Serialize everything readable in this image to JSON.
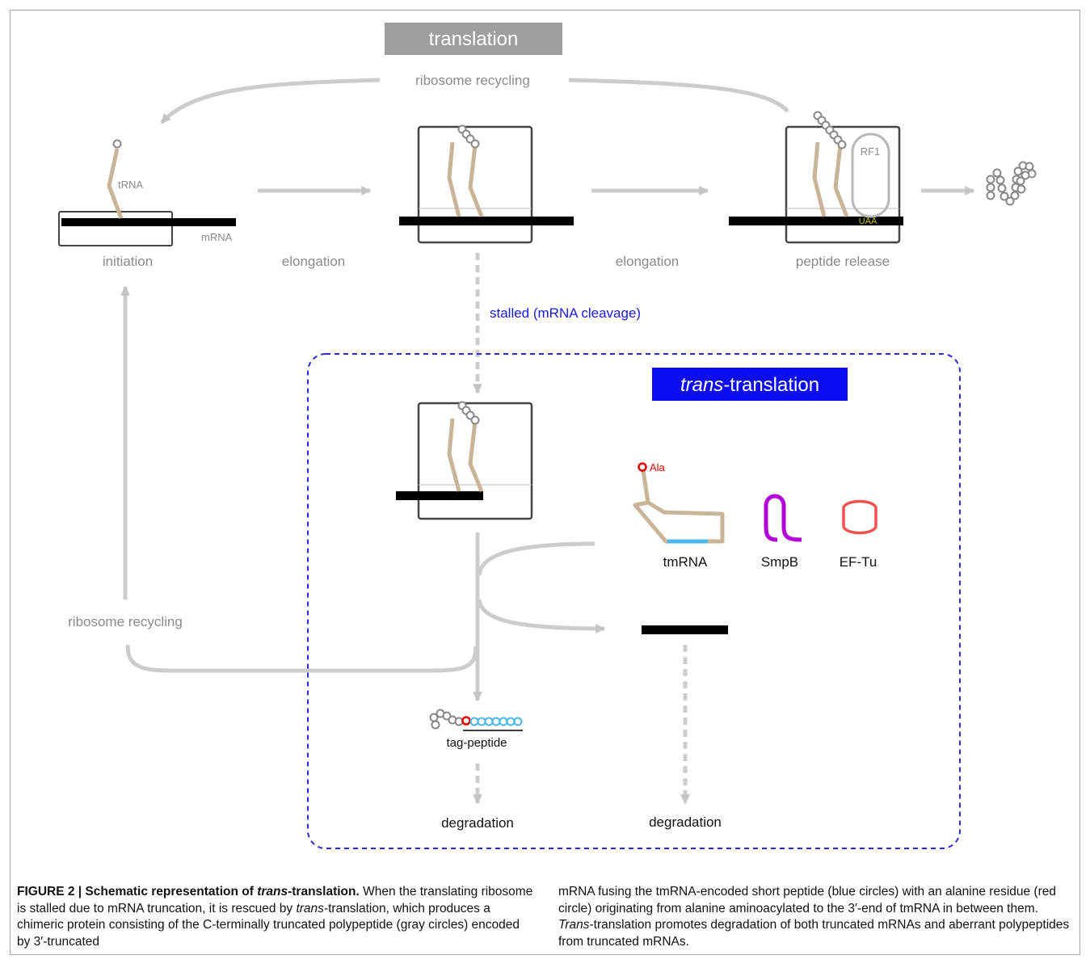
{
  "titles": {
    "translation": "translation",
    "trans_italic": "trans",
    "trans_rest": "-translation"
  },
  "labels": {
    "ribosome_recycling_top": "ribosome recycling",
    "ribosome_recycling_left": "ribosome recycling",
    "trna": "tRNA",
    "mrna": "mRNA",
    "initiation": "initiation",
    "elongation_1": "elongation",
    "elongation_2": "elongation",
    "peptide_release": "peptide release",
    "rf1": "RF1",
    "uaa": "UAA",
    "stalled": "stalled (mRNA cleavage)",
    "ala": "Ala",
    "tmrna": "tmRNA",
    "smpb": "SmpB",
    "eftu": "EF-Tu",
    "tag_peptide": "tag-peptide",
    "degradation_1": "degradation",
    "degradation_2": "degradation"
  },
  "caption": {
    "bold_1": "FIGURE 2 | Schematic representation of ",
    "bold_italic": "trans",
    "bold_2": "-translation.",
    "text_1": " When the translating ribosome is stalled due to mRNA truncation, it is rescued by ",
    "italic_1": "trans",
    "text_2": "-translation, which produces a chimeric protein consisting of the C-terminally truncated polypeptide (gray circles) encoded by 3′-truncated mRNA fusing the tmRNA-encoded short peptide (blue circles) with an alanine residue (red circle) originating from alanine aminoacylated to the 3′-end of tmRNA in between them. ",
    "italic_2": "Trans",
    "text_3": "-translation promotes degradation of both truncated mRNAs and aberrant polypeptides from truncated mRNAs."
  },
  "colors": {
    "gray_arrow": "#cccccc",
    "label_gray": "#8a8a8a",
    "trna_tan": "#c8b496",
    "blue_accent": "#1a1adc",
    "trans_box": "#0c0cf0",
    "ala_red": "#e00000",
    "tag_blue": "#4ab4ec",
    "smpb_purple": "#b400d8",
    "eftu_red": "#f05050",
    "uaa_yellow": "#d2c800"
  }
}
